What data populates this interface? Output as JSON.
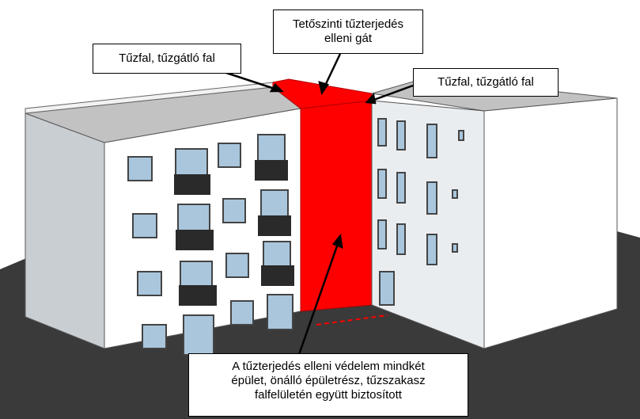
{
  "callouts": {
    "firewall_left": "Tűzfal, tűzgátló fal",
    "roof_barrier_line1": "Tetőszinti tűzterjedés",
    "roof_barrier_line2": "elleni gát",
    "firewall_right": "Tűzfal, tűzgátló fal",
    "protection_line1": "A tűzterjedés elleni védelem mindkét",
    "protection_line2": "épület, önálló épületrész, tűzszakasz",
    "protection_line3": "falfelületén együtt biztosított"
  },
  "colors": {
    "firewall_red": "#ff0000",
    "ground": "#3a3a3a",
    "facade": "#ffffff",
    "side_wall": "#c9ced3",
    "roof": "#c2c2c2",
    "window_glass": "#a9c6dc",
    "balcony": "#2a2a2a"
  }
}
